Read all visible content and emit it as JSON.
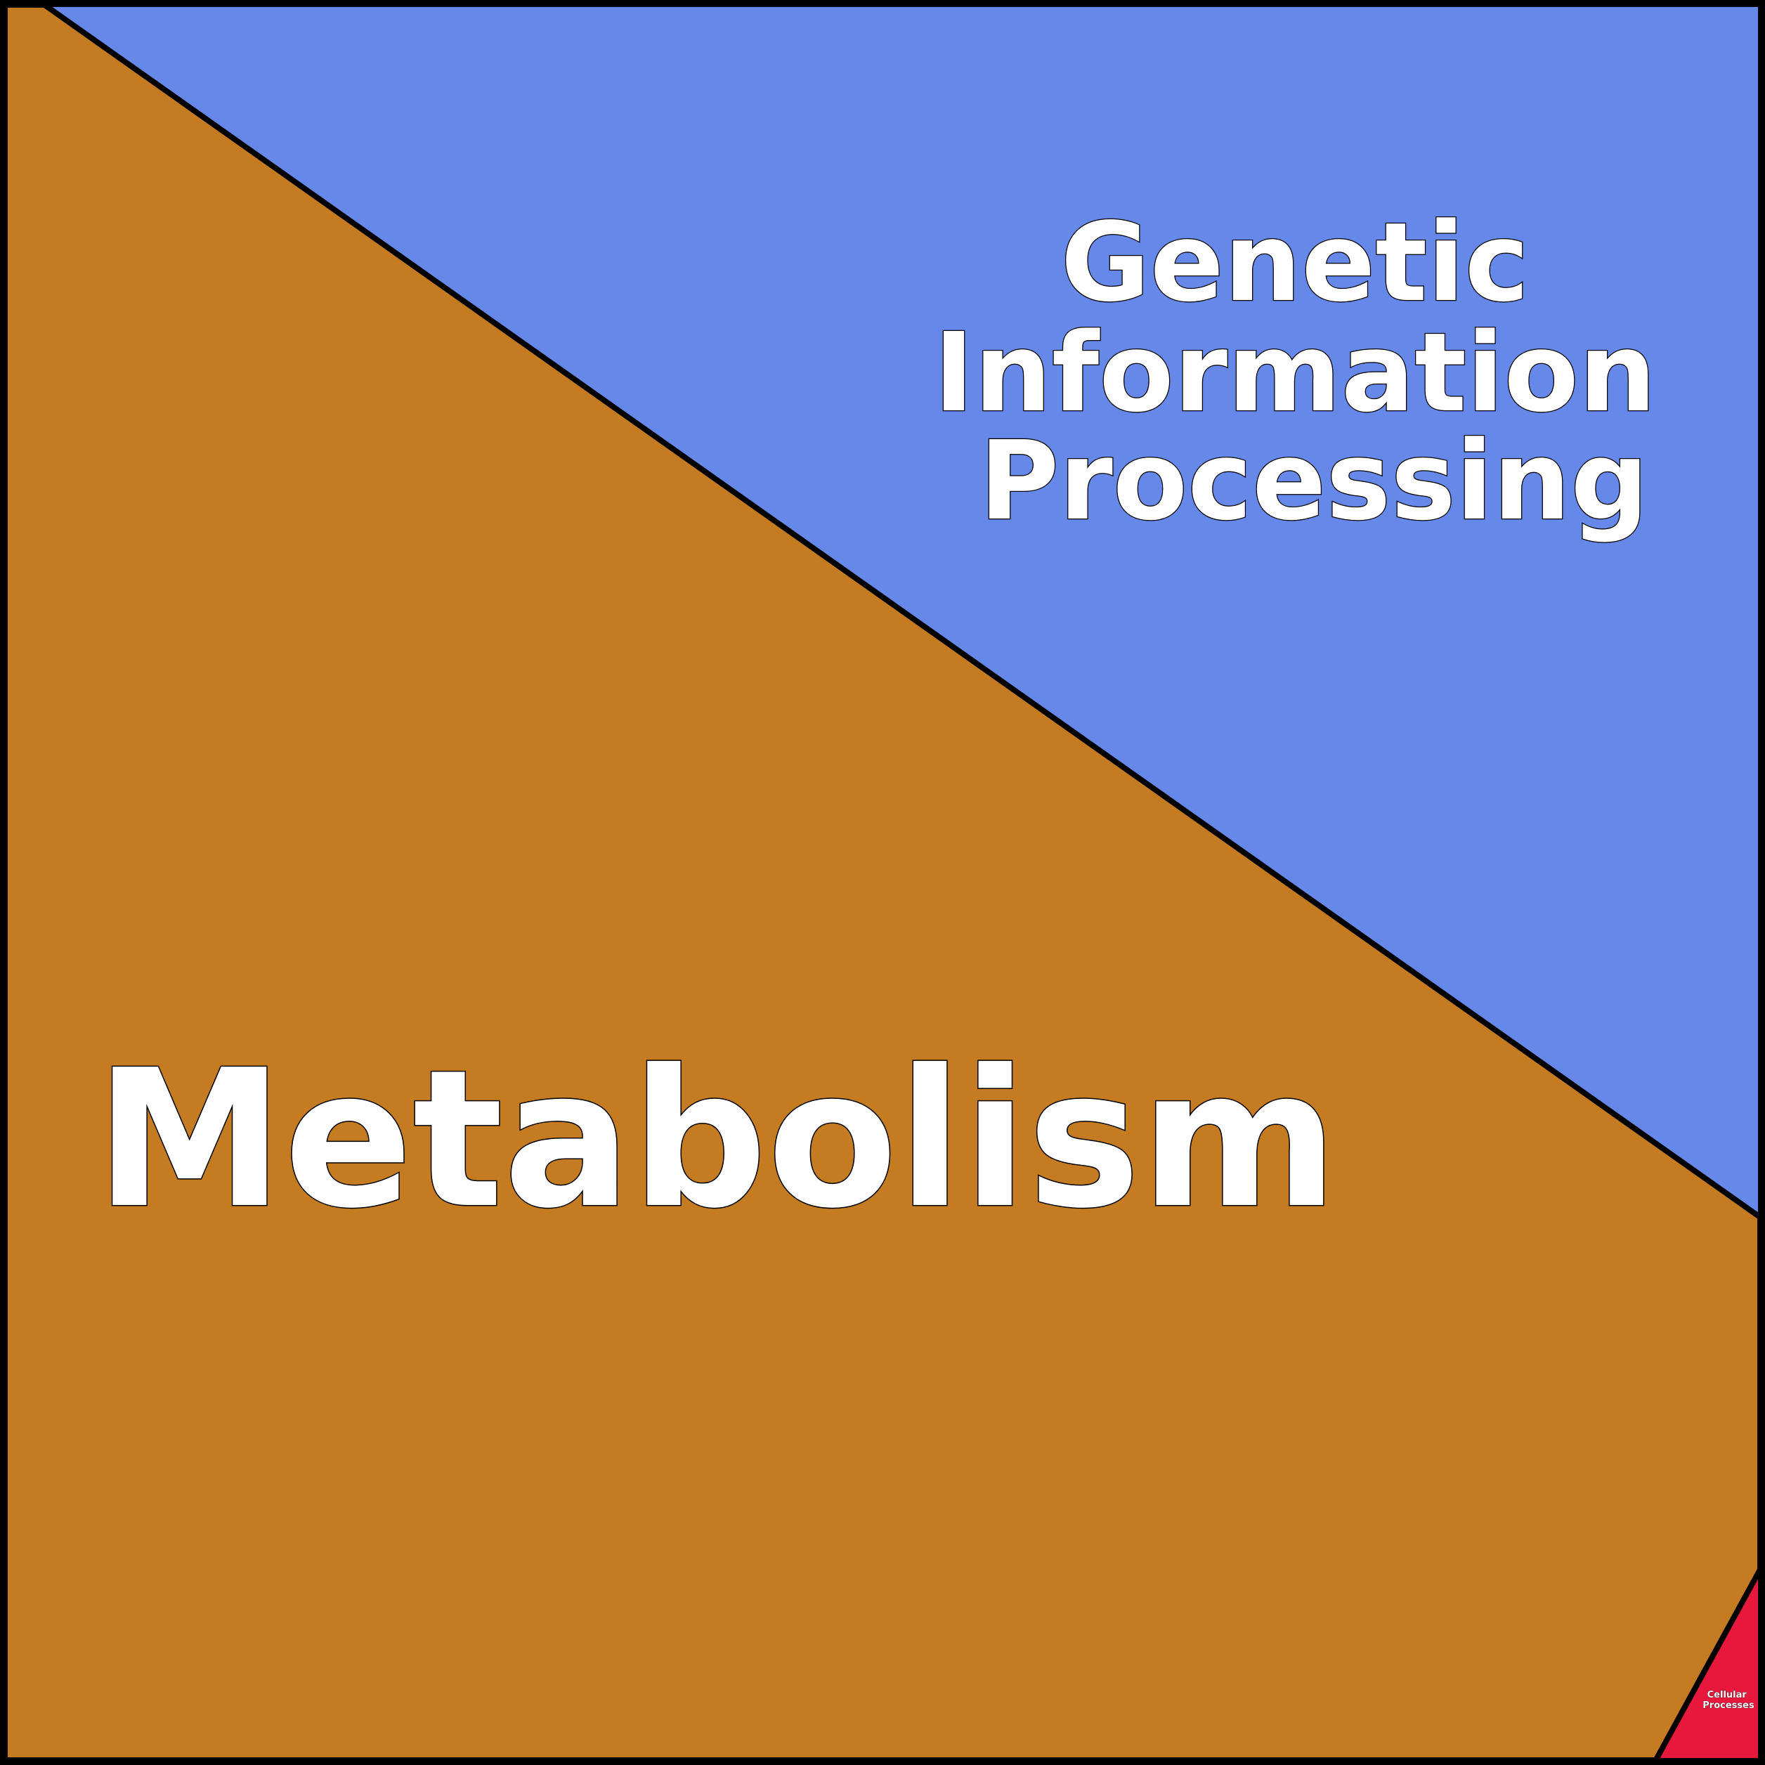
{
  "diagram": {
    "type": "voronoi-treemap",
    "regions": [
      {
        "id": "metabolism",
        "label": "Metabolism",
        "color": "#C47B22"
      },
      {
        "id": "genetic-information-processing",
        "label_lines": [
          "Genetic",
          "Information",
          "Processing"
        ],
        "color": "#6688E8"
      },
      {
        "id": "cellular-processes",
        "label_lines": [
          "Cellular",
          "Processes"
        ],
        "color": "#E8173C"
      }
    ],
    "border_color": "#000000"
  }
}
